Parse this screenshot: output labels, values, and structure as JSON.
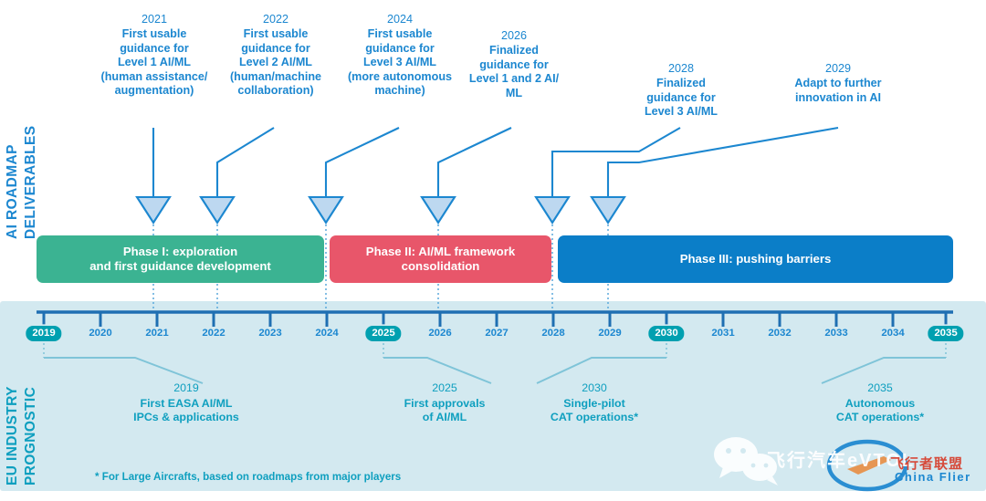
{
  "sidebar": {
    "roadmap_label_line1": "AI ROADMAP",
    "roadmap_label_line2": "DELIVERABLES",
    "prognostic_label_line1": "EU INDUSTRY",
    "prognostic_label_line2": "PROGNOSTIC"
  },
  "colors": {
    "phase1": "#3BB392",
    "phase2": "#E8566A",
    "phase3": "#0B7EC8",
    "band": "#D3E9F0",
    "blue_text": "#1C87D0",
    "teal_text": "#0E9FBF",
    "badge": "#00A0B0",
    "arrow_fill": "#BDD8F0",
    "arrow_stroke": "#1C87D0"
  },
  "deliverables": [
    {
      "year": "2021",
      "lines": [
        "First usable",
        "guidance for",
        "Level 1 AI/ML",
        "(human assistance/",
        "augmentation)"
      ],
      "target_year": "2021"
    },
    {
      "year": "2022",
      "lines": [
        "First usable",
        "guidance for",
        "Level 2 AI/ML",
        "(human/machine",
        "collaboration)"
      ],
      "target_year": "2022"
    },
    {
      "year": "2024",
      "lines": [
        "First usable",
        "guidance for",
        "Level 3 AI/ML",
        "(more autonomous",
        "machine)"
      ],
      "target_year": "2024"
    },
    {
      "year": "2026",
      "lines": [
        "Finalized",
        "guidance for",
        "Level 1 and 2 AI/",
        "ML"
      ],
      "target_year": "2026"
    },
    {
      "year": "2028",
      "lines": [
        "Finalized",
        "guidance for",
        "Level 3 AI/ML"
      ],
      "target_year": "2028"
    },
    {
      "year": "2029",
      "lines": [
        "Adapt to further",
        "innovation in AI"
      ],
      "target_year": "2029"
    }
  ],
  "phases": [
    {
      "id": "phase-1",
      "lines": [
        "Phase I: exploration",
        "and first guidance development"
      ],
      "color": "#3BB392"
    },
    {
      "id": "phase-2",
      "lines": [
        "Phase II: AI/ML framework",
        "consolidation"
      ],
      "color": "#E8566A"
    },
    {
      "id": "phase-3",
      "lines": [
        "Phase III: pushing barriers"
      ],
      "color": "#0B7EC8"
    }
  ],
  "timeline": {
    "years": [
      {
        "label": "2019",
        "highlight": true
      },
      {
        "label": "2020",
        "highlight": false
      },
      {
        "label": "2021",
        "highlight": false
      },
      {
        "label": "2022",
        "highlight": false
      },
      {
        "label": "2023",
        "highlight": false
      },
      {
        "label": "2024",
        "highlight": false
      },
      {
        "label": "2025",
        "highlight": true
      },
      {
        "label": "2026",
        "highlight": false
      },
      {
        "label": "2027",
        "highlight": false
      },
      {
        "label": "2028",
        "highlight": false
      },
      {
        "label": "2029",
        "highlight": false
      },
      {
        "label": "2030",
        "highlight": true
      },
      {
        "label": "2031",
        "highlight": false
      },
      {
        "label": "2032",
        "highlight": false
      },
      {
        "label": "2033",
        "highlight": false
      },
      {
        "label": "2034",
        "highlight": false
      },
      {
        "label": "2035",
        "highlight": true
      }
    ]
  },
  "prognostics": [
    {
      "year": "2019",
      "lines": [
        "First EASA AI/ML",
        "IPCs & applications"
      ],
      "source_year": "2019"
    },
    {
      "year": "2025",
      "lines": [
        "First approvals",
        "of AI/ML"
      ],
      "source_year": "2025"
    },
    {
      "year": "2030",
      "lines": [
        "Single-pilot",
        "CAT operations*"
      ],
      "source_year": "2030"
    },
    {
      "year": "2035",
      "lines": [
        "Autonomous",
        "CAT operations*"
      ],
      "source_year": "2035"
    }
  ],
  "footnote": "* For Large Aircrafts, based on roadmaps from major players",
  "watermark": {
    "chinese": "飞行者联盟",
    "english": "China Flier",
    "overlay": "飞行汽车eVTOL"
  }
}
